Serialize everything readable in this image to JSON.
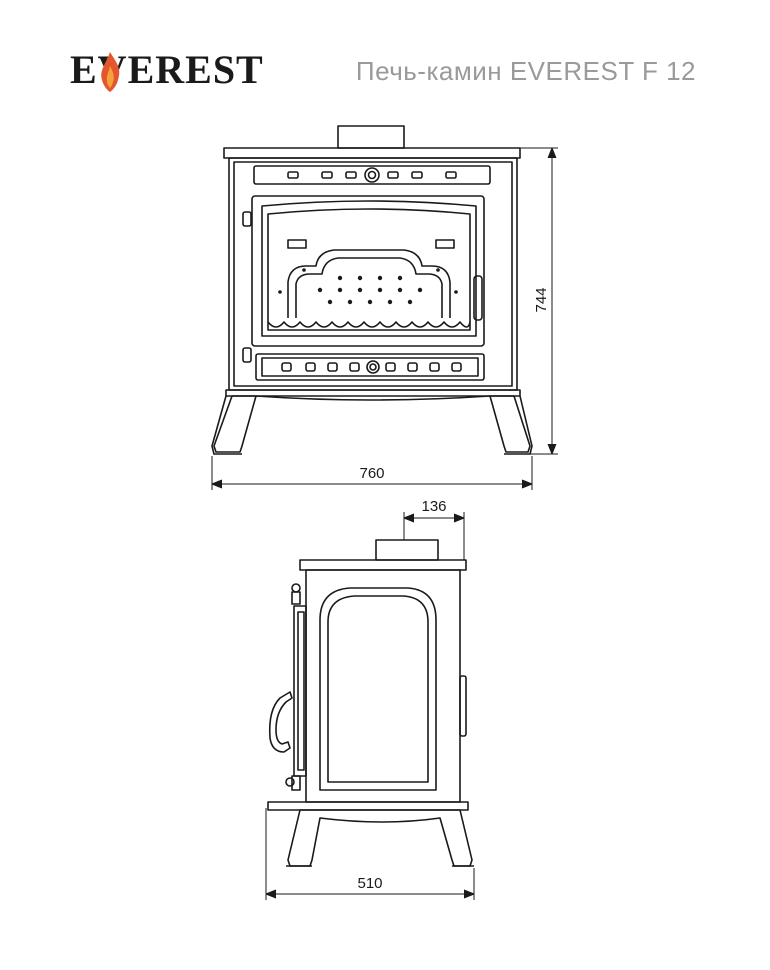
{
  "brand": {
    "logo_text": "EVEREST"
  },
  "header": {
    "title": "Печь-камин EVEREST F 12"
  },
  "dimensions": {
    "front_height": "744",
    "front_width": "760",
    "flue": "136",
    "side_depth": "510"
  },
  "colors": {
    "line": "#1a1a1a",
    "flame": "#e4572e",
    "title": "#9a9a9a"
  }
}
